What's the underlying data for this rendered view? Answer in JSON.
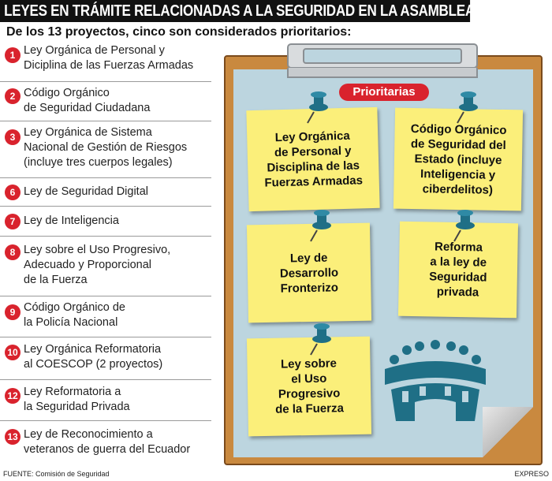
{
  "title": "LEYES EN TRÁMITE RELACIONADAS A LA SEGURIDAD EN LA ASAMBLEA NACIONAL",
  "subtitle": "De los 13 proyectos, cinco son considerados prioritarios:",
  "items": [
    {
      "num": "1",
      "text": "Ley Orgánica de Personal y\nDiciplina de las Fuerzas Armadas"
    },
    {
      "num": "2",
      "text": "Código Orgánico\nde Seguridad Ciudadana"
    },
    {
      "num": "3",
      "text": "Ley Orgánica de Sistema\nNacional de Gestión de Riesgos\n(incluye tres cuerpos legales)"
    },
    {
      "num": "6",
      "text": "Ley de Seguridad Digital"
    },
    {
      "num": "7",
      "text": "Ley de Inteligencia"
    },
    {
      "num": "8",
      "text": "Ley sobre el Uso Progresivo,\nAdecuado y Proporcional\nde la Fuerza"
    },
    {
      "num": "9",
      "text": "Código Orgánico de\nla Policía Nacional"
    },
    {
      "num": "10",
      "text": "Ley Orgánica Reformatoria\nal COESCOP (2 proyectos)"
    },
    {
      "num": "12",
      "text": "Ley Reformatoria a\nla Seguridad Privada"
    },
    {
      "num": "13",
      "text": "Ley de Reconocimiento a\nveteranos de guerra del Ecuador"
    }
  ],
  "badge": "Prioritarias",
  "notes": [
    "Ley Orgánica\nde Personal y\nDisciplina de las\nFuerzas Armadas",
    "Código Orgánico\nde Seguridad del\nEstado (incluye\nInteligencia y\nciberdelitos)",
    "Ley de\nDesarrollo\nFronterizo",
    "Reforma\na la ley de\nSeguridad\nprivada",
    "Ley sobre\nel Uso\nProgresivo\nde la Fuerza"
  ],
  "source": "FUENTE: Comisión de Seguridad",
  "brand": "EXPRESO",
  "icons": {
    "pin": "pushpin-icon",
    "assembly": "assembly-icon",
    "clip": "clipboard-clip-icon"
  },
  "colors": {
    "accent": "#d9232d",
    "note": "#fbef7a",
    "board": "#c9893f",
    "paper": "#bcd5df",
    "pin": "#1f6f86"
  }
}
